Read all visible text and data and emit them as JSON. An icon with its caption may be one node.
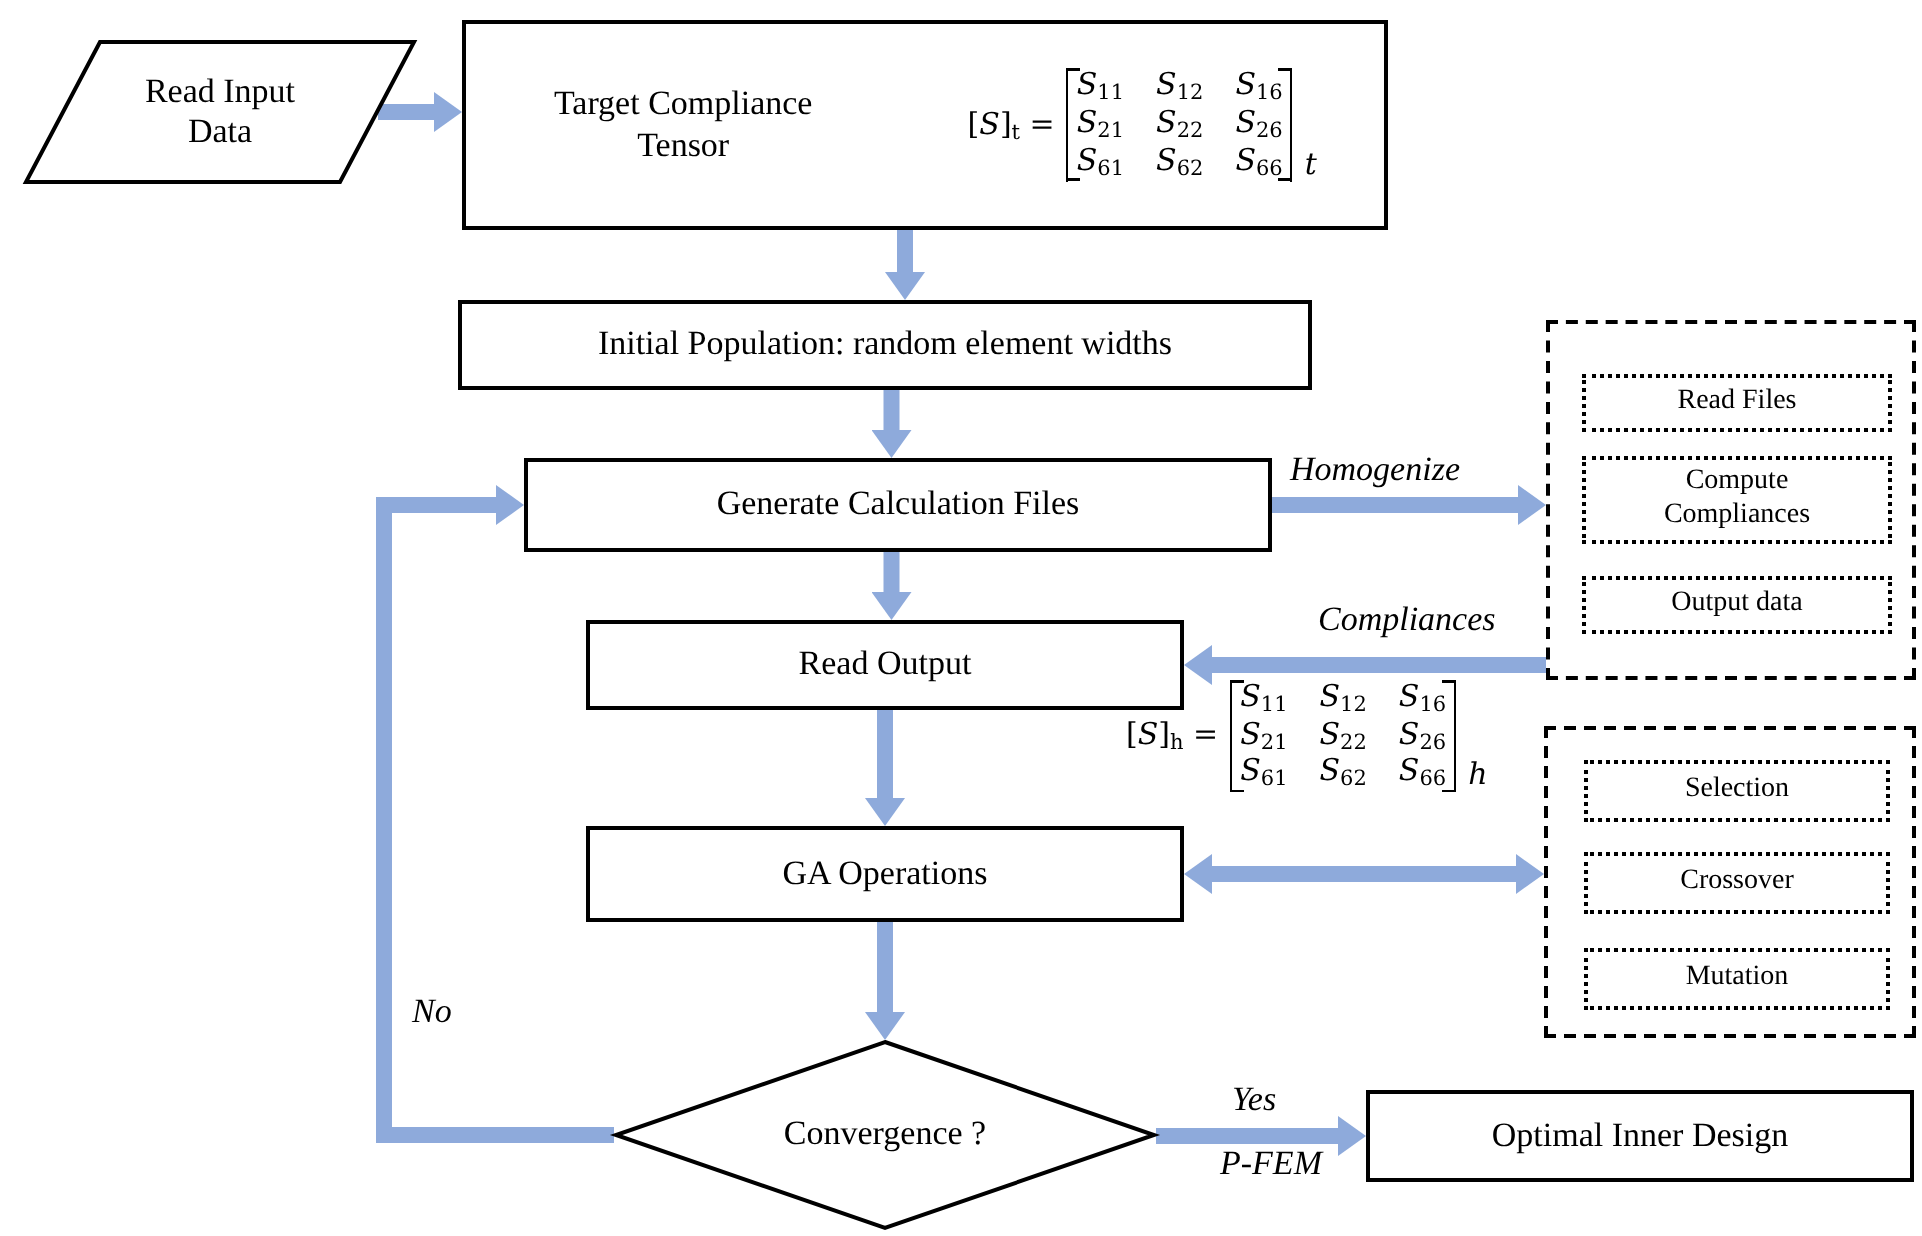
{
  "diagram": {
    "nodes": [
      {
        "text": [
          "Read Input Data"
        ]
      },
      {
        "text": [
          "Target Compliance Tensor",
          "[*S*]$_{t}$ =",
          "*S*$_{11}$",
          "*S*$_{12}$",
          "*S*$_{16}$",
          "*S*$_{21}$",
          "*S*$_{22}$",
          "*S*$_{26}$",
          "*S*$_{61}$",
          "*S*$_{62}$",
          "*S*$_{66}$",
          "*t*"
        ]
      },
      {
        "text": [
          "Initial Population: random element widths"
        ]
      },
      {
        "text": [
          "Generate Calculation Files"
        ]
      },
      {
        "text": [],
        "shape": "box"
      },
      {
        "text": [
          "Read Files"
        ],
        "in": 4
      },
      {
        "text": [
          "Compute Compliances"
        ],
        "in": 4
      },
      {
        "text": [
          "Output data"
        ],
        "in": 4
      },
      {
        "text": [
          "Read Output"
        ]
      },
      {
        "text": [
          "GA Operations"
        ]
      },
      {
        "text": [],
        "shape": "box"
      },
      {
        "text": [
          "Selection"
        ],
        "in": 10
      },
      {
        "text": [
          "Crossover"
        ],
        "in": 10
      },
      {
        "text": [
          "Mutation"
        ],
        "in": 10
      },
      {
        "text": [
          "Convergence ?"
        ]
      },
      {
        "text": [
          "Optimal Inner Design"
        ]
      }
    ],
    "edges": [
      {
        "from": 0,
        "to": 1,
        "arrow": "to"
      },
      {
        "from": 1,
        "to": 2,
        "arrow": "to"
      },
      {
        "from": 2,
        "to": 3,
        "arrow": "to"
      },
      {
        "from": 3,
        "to": 4,
        "arrow": "to",
        "label": "Homogenize"
      },
      {
        "from": 4,
        "to": 8,
        "arrow": "to",
        "label": "Compliances"
      },
      {
        "from": 3,
        "to": 8,
        "arrow": "to"
      },
      {
        "from": 8,
        "to": 9,
        "arrow": "to"
      },
      {
        "from": 9,
        "to": 10,
        "arrow": "both"
      },
      {
        "from": 9,
        "to": 14,
        "arrow": "to"
      },
      {
        "from": 14,
        "to": 3,
        "arrow": "to",
        "label": "No"
      },
      {
        "from": 14,
        "to": 15,
        "arrow": "to",
        "label": "Yes"
      }
    ],
    "labels": [
      "[*S*]$_{h}$ =",
      "*S*$_{11}$",
      "*S*$_{12}$",
      "*S*$_{16}$",
      "*S*$_{21}$",
      "*S*$_{22}$",
      "*S*$_{26}$",
      "*S*$_{61}$",
      "*S*$_{62}$",
      "*S*$_{66}$",
      "*h*",
      "P-FEM"
    ]
  }
}
